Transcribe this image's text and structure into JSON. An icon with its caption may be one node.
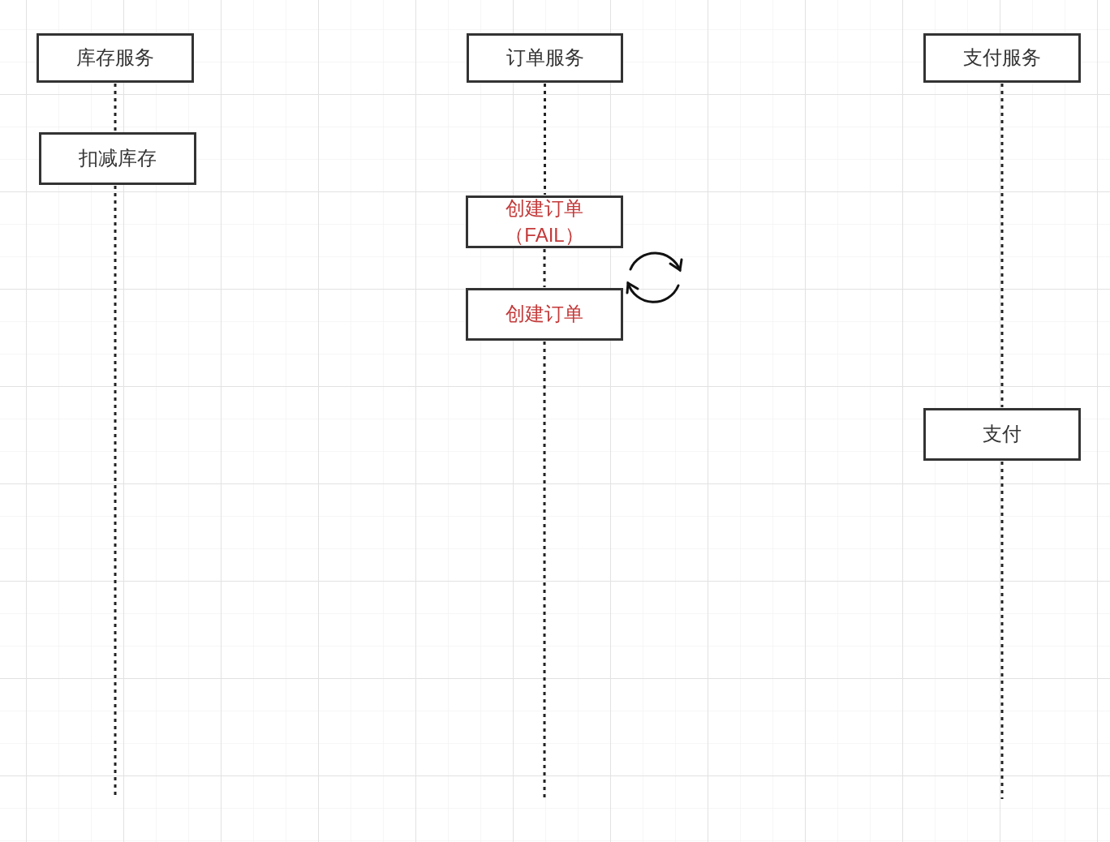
{
  "diagram": {
    "nodes": [
      {
        "text": [
          "库存服务"
        ]
      },
      {
        "text": [
          "扣减库存"
        ]
      },
      {
        "text": [
          "订单服务"
        ]
      },
      {
        "text": [
          "创建订单（FAIL）"
        ]
      },
      {
        "text": [
          "创建订单"
        ]
      },
      {
        "text": [
          "支付服务"
        ]
      },
      {
        "text": [
          "支付"
        ]
      }
    ],
    "edges": [
      {
        "from": 0,
        "to": 1,
        "arrow": "none",
        "style": "dashed"
      },
      {
        "from": 1,
        "to": null,
        "arrow": "none",
        "style": "dashed"
      },
      {
        "from": 2,
        "to": 3,
        "arrow": "none",
        "style": "dashed"
      },
      {
        "from": 3,
        "to": 4,
        "arrow": "none",
        "style": "dashed"
      },
      {
        "from": 4,
        "to": null,
        "arrow": "none",
        "style": "dashed"
      },
      {
        "from": 5,
        "to": 6,
        "arrow": "none",
        "style": "dashed"
      },
      {
        "from": 6,
        "to": null,
        "arrow": "none",
        "style": "dashed"
      }
    ]
  }
}
